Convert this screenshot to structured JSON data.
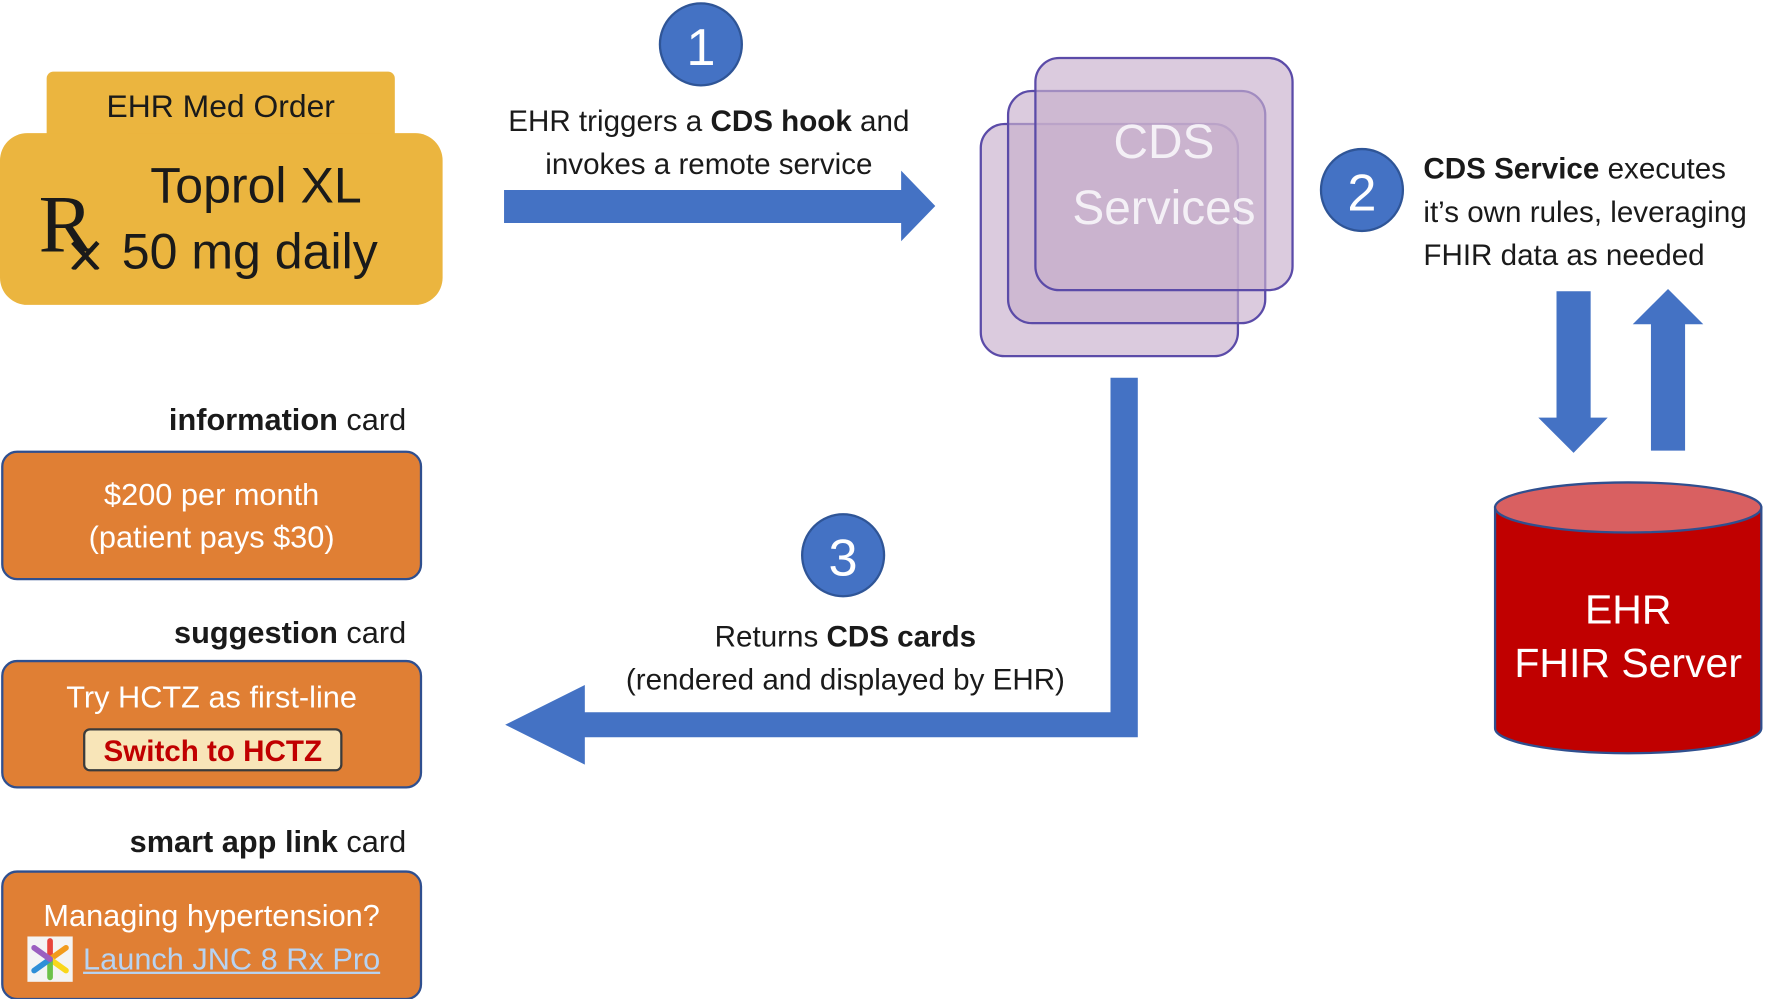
{
  "med_order": {
    "tab_label": "EHR Med Order",
    "drug_name": "Toprol XL",
    "dose": "50 mg daily"
  },
  "steps": [
    {
      "number": "1",
      "caption_pre": "EHR triggers a ",
      "caption_bold": "CDS hook",
      "caption_post": " and",
      "caption_line2": "invokes a remote service"
    },
    {
      "number": "2",
      "caption_bold": "CDS Service",
      "caption_post": " executes",
      "caption_line2": "it’s own rules, leveraging",
      "caption_line3": "FHIR data as needed"
    },
    {
      "number": "3",
      "caption_pre": "Returns ",
      "caption_bold": "CDS cards",
      "caption_line2": "(rendered and displayed by EHR)"
    }
  ],
  "cds_services": {
    "line1": "CDS",
    "line2": "Services"
  },
  "fhir_server": {
    "line1": "EHR",
    "line2": "FHIR Server"
  },
  "cards": {
    "information": {
      "title_bold": "information",
      "title_rest": " card",
      "line1": "$200 per month",
      "line2": "(patient pays $30)"
    },
    "suggestion": {
      "title_bold": "suggestion",
      "title_rest": " card",
      "line1": "Try HCTZ as first-line",
      "button_label": "Switch to HCTZ"
    },
    "smart_app_link": {
      "title_bold": "smart app link",
      "title_rest": " card",
      "line1": "Managing hypertension?",
      "link_label": "Launch JNC 8 Rx Pro"
    }
  },
  "colors": {
    "arrow": "#4472c4",
    "step_circle": "#4472c4",
    "med_order": "#ebb53f",
    "card": "#e07f34",
    "server": "#c00000",
    "server_top": "#d96061"
  }
}
